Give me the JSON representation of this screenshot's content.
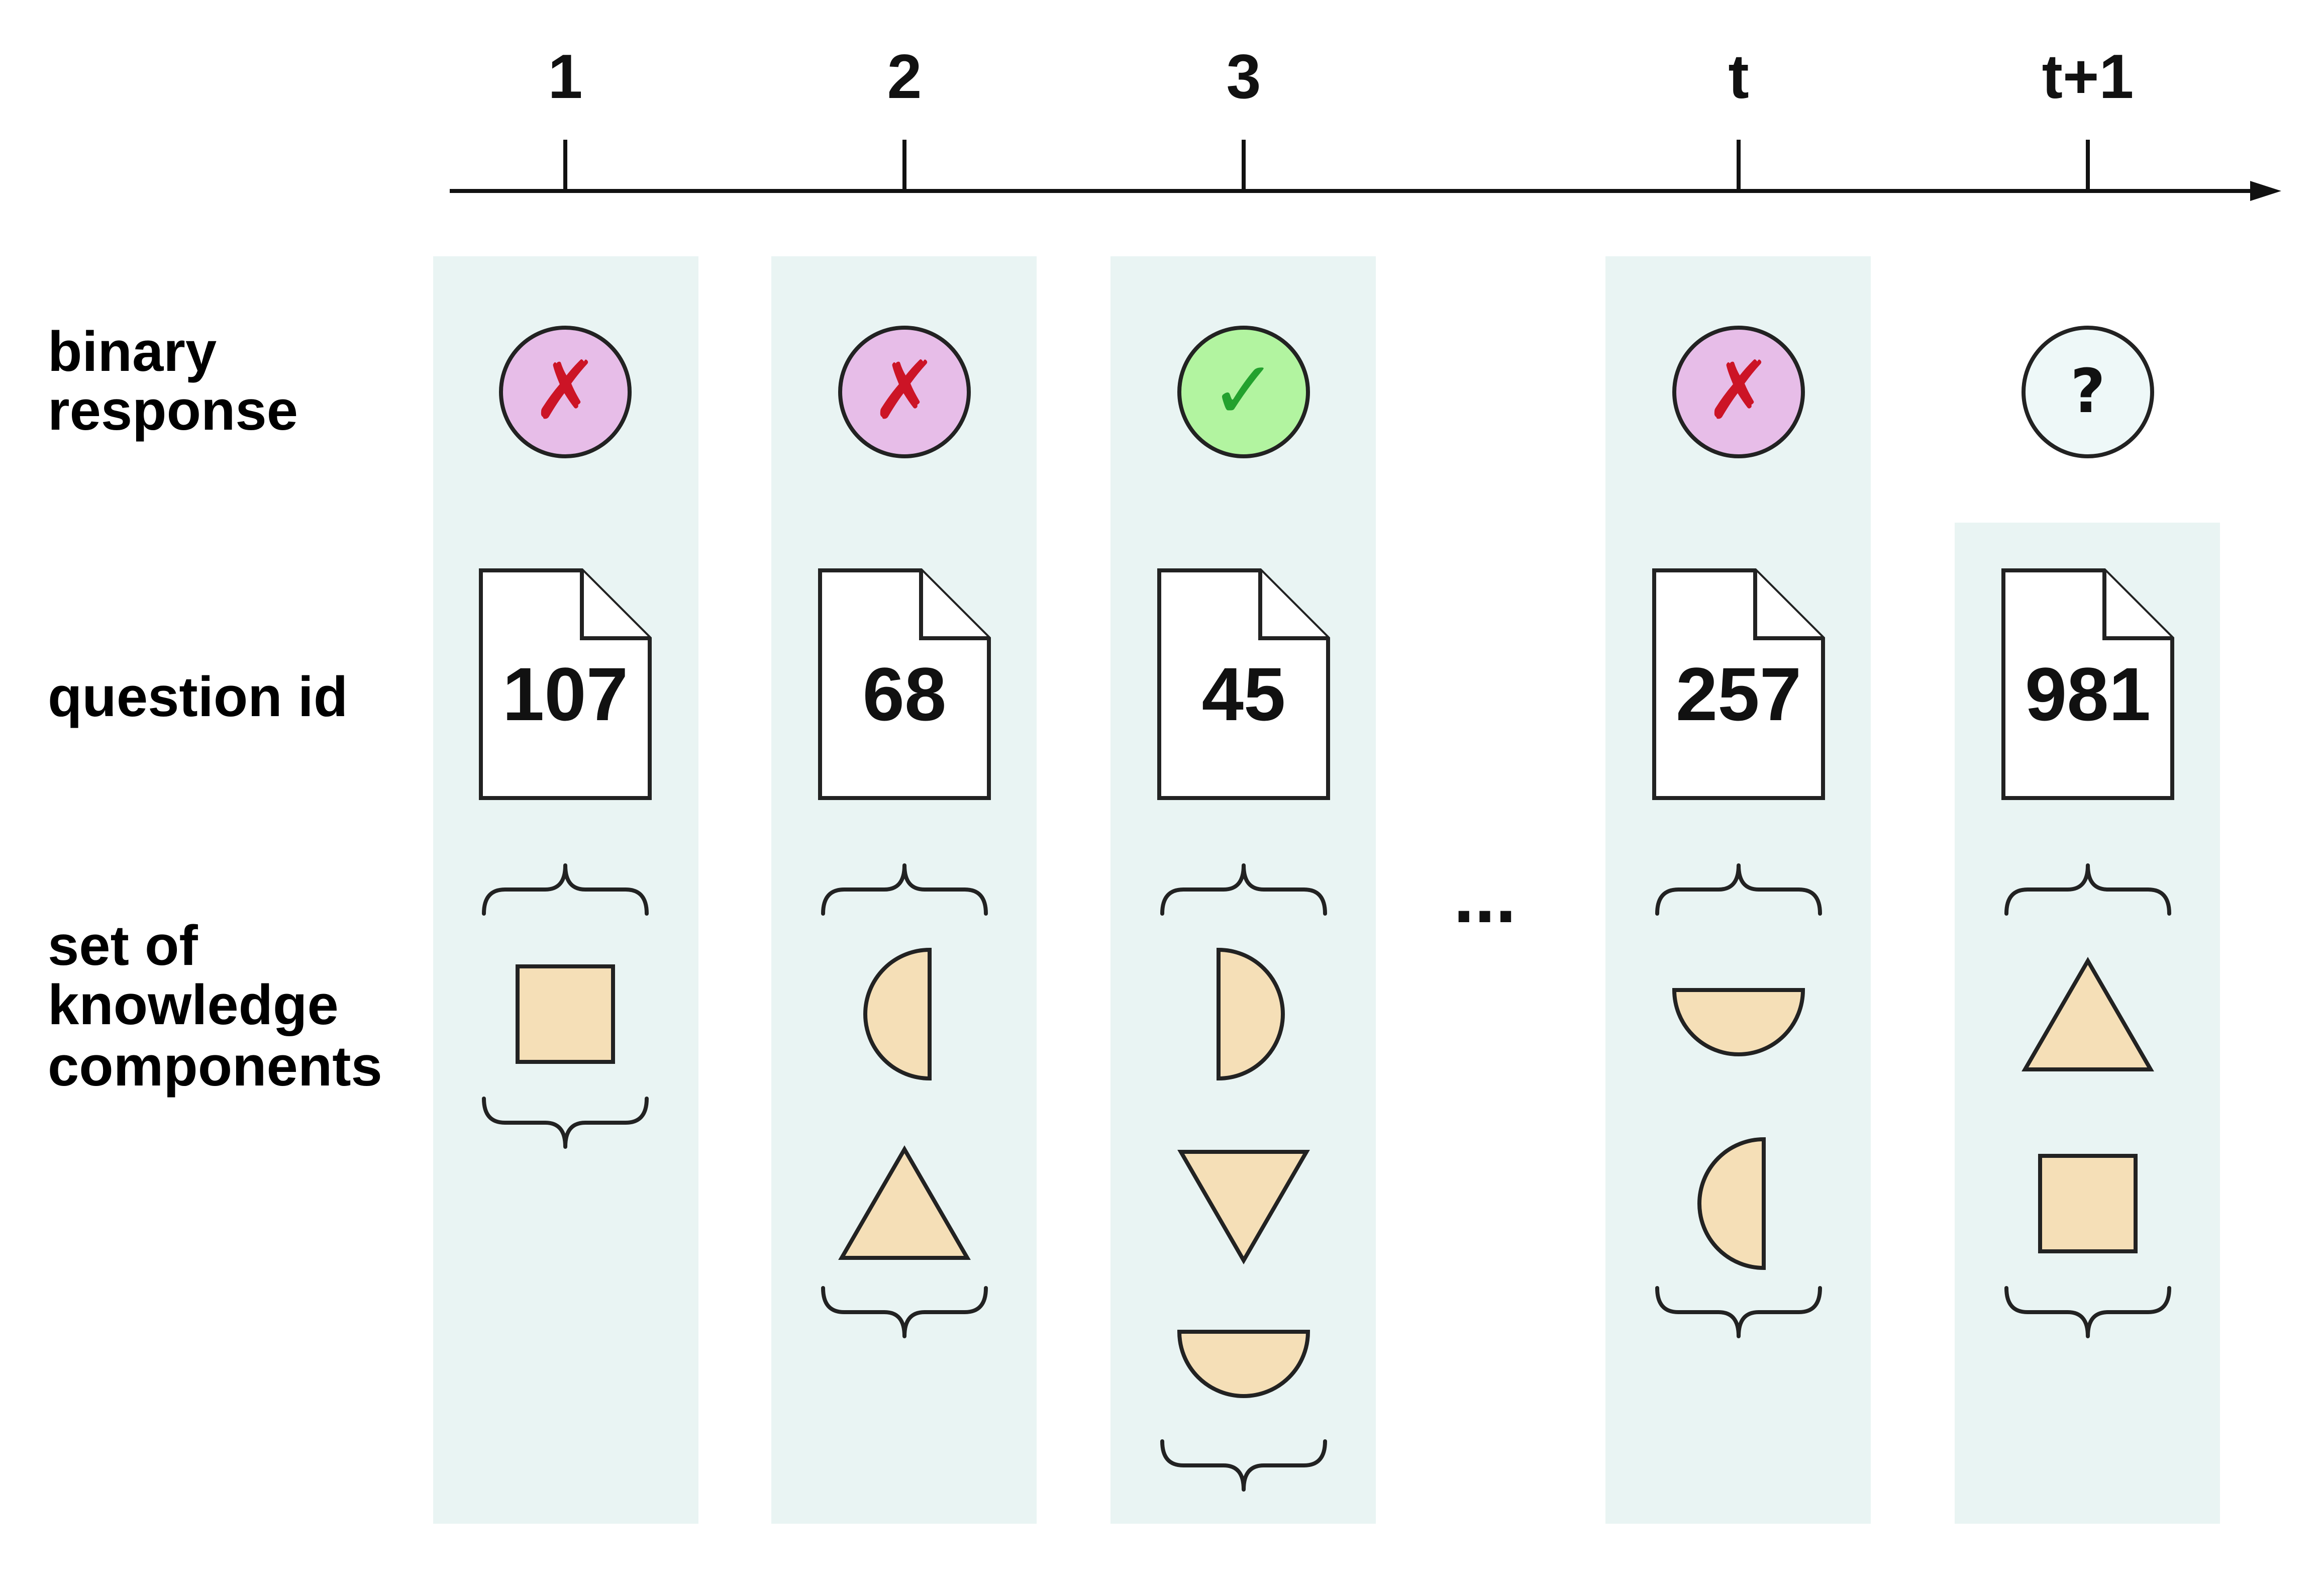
{
  "row_labels": {
    "response": [
      "binary",
      "response"
    ],
    "question": [
      "question id"
    ],
    "kc": [
      "set of",
      "knowledge",
      "components"
    ]
  },
  "ellipsis": "...",
  "colors": {
    "panel": "#e9f4f3",
    "wrong_fill": "#e7bde8",
    "wrong_mark": "#cc1426",
    "correct_fill": "#b2f4a0",
    "correct_mark": "#23a12e",
    "unknown_fill": "#eef8f8",
    "unknown_mark": "#111111",
    "shape_fill": "#f5dfb7"
  },
  "steps": [
    {
      "label": "1",
      "response": "wrong",
      "response_symbol": "✗",
      "question_id": "107",
      "knowledge_components": [
        "square"
      ]
    },
    {
      "label": "2",
      "response": "wrong",
      "response_symbol": "✗",
      "question_id": "68",
      "knowledge_components": [
        "half-circle-left",
        "triangle-up"
      ]
    },
    {
      "label": "3",
      "response": "correct",
      "response_symbol": "✓",
      "question_id": "45",
      "knowledge_components": [
        "half-circle-right",
        "triangle-down",
        "half-circle-bottom"
      ]
    },
    {
      "label": "t",
      "response": "wrong",
      "response_symbol": "✗",
      "question_id": "257",
      "knowledge_components": [
        "half-circle-bottom",
        "half-circle-left"
      ]
    },
    {
      "label": "t+1",
      "response": "unknown",
      "response_symbol": "?",
      "question_id": "981",
      "knowledge_components": [
        "triangle-up",
        "square"
      ]
    }
  ]
}
